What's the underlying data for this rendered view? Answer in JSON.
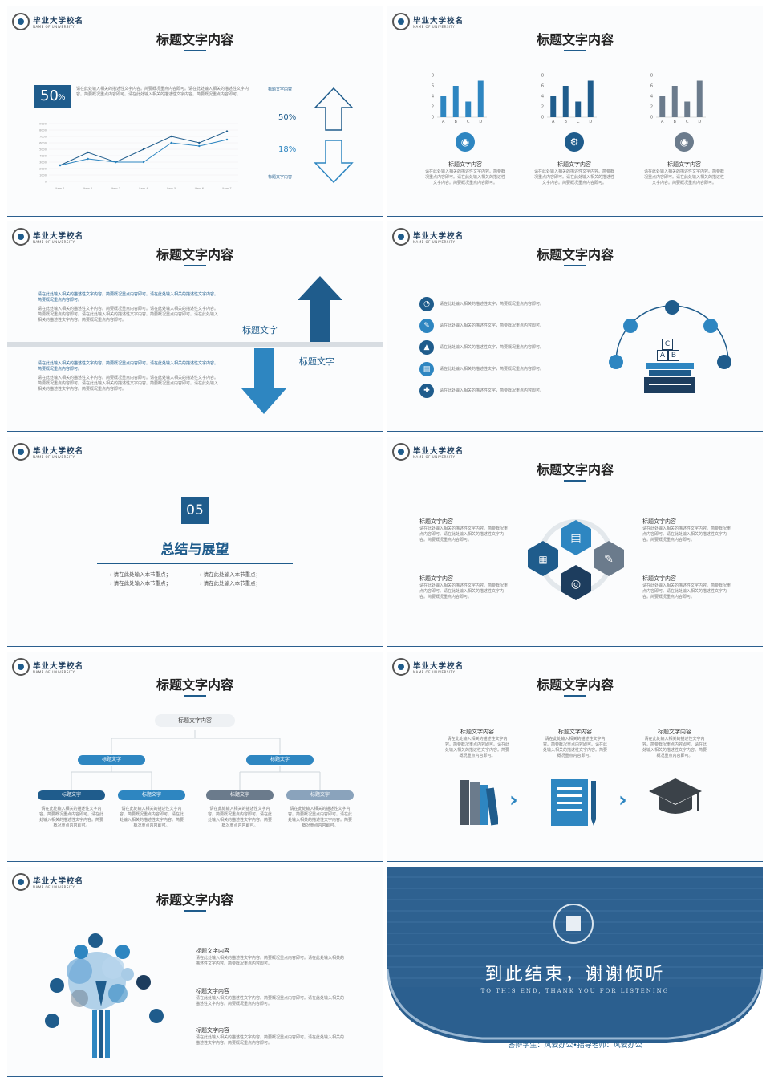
{
  "logo": {
    "name": "毕业大学校名",
    "sub": "NAME OF UNIVERSITY"
  },
  "slide_title": "标题文字内容",
  "desc_short": "请在此处输入相关的描述性文字内容。简要概况重点内容即可。",
  "desc_long": "请在此处输入相关的描述性文字内容。简要概况重点内容即可。请在此处输入相关的描述性文字内容。简要概况重点内容即可。",
  "slide1": {
    "percent": "50",
    "percent_sign": "%",
    "text": "请在此处输入相关的描述性文字内容。简要概况重点内容即可。请在此处输入相关的描述性文字内容。简要概况重点内容即可。请在此处输入相关的描述性文字内容。简要概况重点内容即可。",
    "up_label": "标题文字内容",
    "up_value": "50%",
    "down_value": "18%",
    "down_label": "标题文字内容",
    "colors": {
      "accent": "#1f5c8c",
      "line2": "#2e86c1"
    }
  },
  "chart_data": [
    {
      "type": "line",
      "categories": [
        "Item 1",
        "Item 2",
        "Item 3",
        "Item 4",
        "Item 5",
        "Item 6",
        "Item 7"
      ],
      "ylim": [
        0,
        9000
      ],
      "yticks": [
        "9000",
        "8000",
        "7000",
        "6000",
        "5000",
        "4000",
        "3000",
        "2000",
        "1000",
        "0"
      ],
      "series": [
        {
          "values": [
            2500,
            4500,
            3000,
            5000,
            7000,
            6000,
            7800
          ]
        },
        {
          "values": [
            2500,
            3500,
            3000,
            3000,
            6000,
            5500,
            6500
          ]
        }
      ]
    },
    {
      "type": "bar",
      "categories": [
        "A",
        "B",
        "C",
        "D"
      ],
      "ylim": [
        0,
        8
      ],
      "yticks": [
        "8",
        "6",
        "4",
        "2",
        "0"
      ],
      "values": [
        4,
        6,
        3,
        7
      ],
      "color": "#2e86c1"
    },
    {
      "type": "bar",
      "categories": [
        "A",
        "B",
        "C",
        "D"
      ],
      "ylim": [
        0,
        8
      ],
      "yticks": [
        "8",
        "6",
        "4",
        "2",
        "0"
      ],
      "values": [
        4,
        6,
        3,
        7
      ],
      "color": "#1f5c8c"
    },
    {
      "type": "bar",
      "categories": [
        "A",
        "B",
        "C",
        "D"
      ],
      "ylim": [
        0,
        8
      ],
      "yticks": [
        "8",
        "6",
        "4",
        "2",
        "0"
      ],
      "values": [
        4,
        6,
        3,
        7
      ],
      "color": "#6b7b8c"
    }
  ],
  "slide2": {
    "items": [
      {
        "icon": "camera-icon",
        "title": "标题文字内容",
        "color": "#2e86c1"
      },
      {
        "icon": "gear-icon",
        "title": "标题文字内容",
        "color": "#1f5c8c"
      },
      {
        "icon": "camera-icon",
        "title": "标题文字内容",
        "color": "#6b7b8c"
      }
    ]
  },
  "slide3": {
    "up_label": "标题文字",
    "down_label": "标题文字",
    "head1": "请在此处输入相关的描述性文字内容。简要概况重点内容即可。请在此处输入相关的描述性文字内容。简要概况重点内容即可。",
    "body1": "请在此处输入相关的描述性文字内容。简要概况重点内容即可。请在此处输入相关的描述性文字内容。简要概况重点内容即可。请在此处输入相关的描述性文字内容。简要概况重点内容即可。请在此处输入相关的描述性文字内容。简要概况重点内容即可。"
  },
  "slide4": {
    "items": [
      "请在此处输入相关的描述性文字，简要概况重点内容即可。",
      "请在此处输入相关的描述性文字，简要概况重点内容即可。",
      "请在此处输入相关的描述性文字，简要概况重点内容即可。",
      "请在此处输入相关的描述性文字，简要概况重点内容即可。",
      "请在此处输入相关的描述性文字，简要概况重点内容即可。"
    ],
    "blocks": [
      "C",
      "A",
      "B"
    ]
  },
  "slide5": {
    "number": "05",
    "title": "总结与展望",
    "points": [
      "请在此处输入本节重点；",
      "请在此处输入本节重点；",
      "请在此处输入本节重点；",
      "请在此处输入本节重点；"
    ]
  },
  "slide6": {
    "title": "标题文字内容"
  },
  "slide7": {
    "root": "标题文字内容",
    "mid": [
      "标题文字",
      "标题文字"
    ],
    "leaves": [
      "标题文字",
      "标题文字",
      "标题文字",
      "标题文字"
    ]
  },
  "slide8": {
    "title": "标题文字内容"
  },
  "slide9": {
    "title": "标题文字内容"
  },
  "slide10": {
    "title": "到此结束，谢谢倾听",
    "subtitle": "TO THIS END, THANK YOU FOR LISTENING",
    "footer": "答辩学生：风云办公•指导老师：风云办公"
  }
}
